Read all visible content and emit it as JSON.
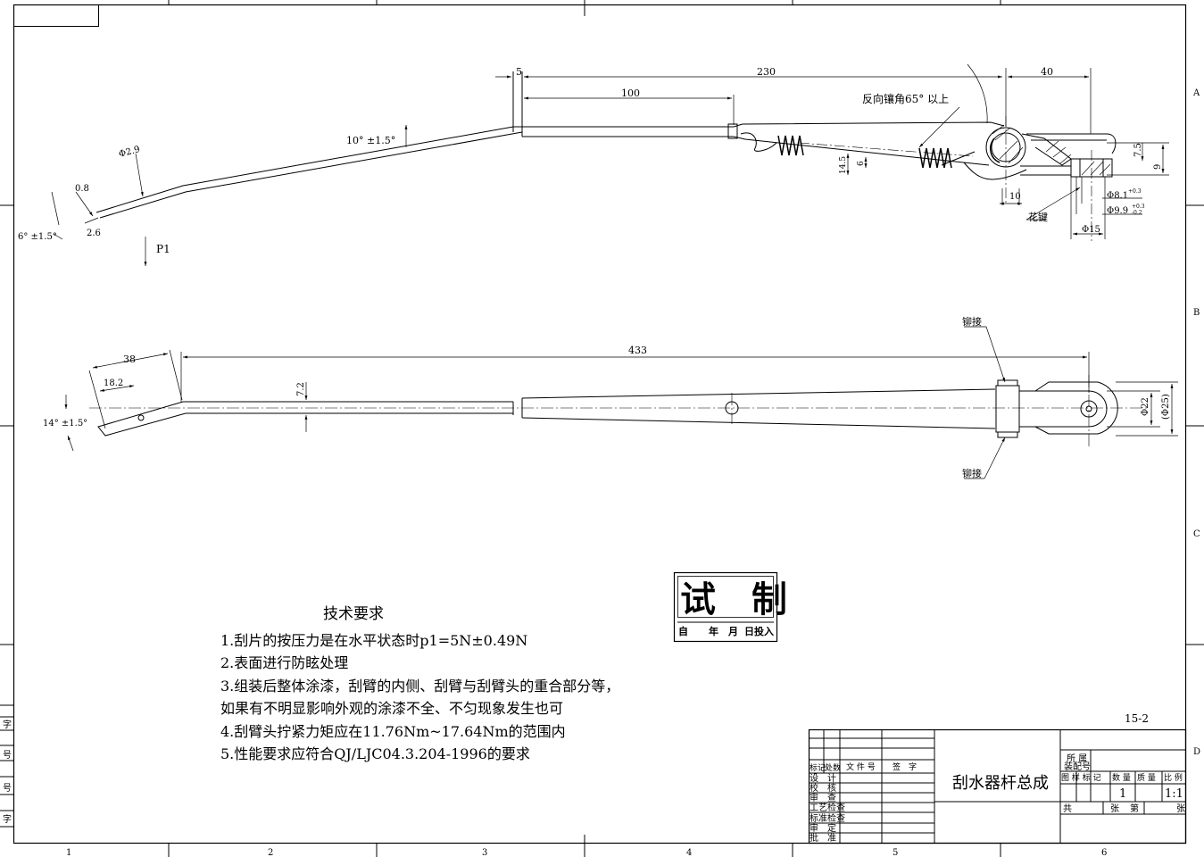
{
  "sheet": {
    "zone_letters": [
      "A",
      "B",
      "C",
      "D"
    ],
    "zone_numbers": [
      "1",
      "2",
      "3",
      "4",
      "5",
      "6"
    ],
    "sheet_code": "15-2",
    "left_strip_labels": [
      "字",
      "号",
      "号",
      "字"
    ]
  },
  "top_view": {
    "dims": {
      "d5": "5",
      "d230": "230",
      "d100": "100",
      "d40": "40",
      "angle_10": "10° ±1.5°",
      "angle_6": "6° ±1.5°",
      "d_phi2_9": "Φ2.9",
      "d0_8": "0.8",
      "d2_6": "2.6",
      "d10": "10",
      "d7_5": "7.5",
      "d9": "9",
      "d14_5": "14.5",
      "d6": "6",
      "d_phi8_1": "Φ8.1",
      "d_phi9_9": "Φ9.9",
      "d_phi15": "Φ15",
      "tol_a": "+0.3",
      "tol_b": "-0.2"
    },
    "note_reverse_angle": "反向镶角65° 以上",
    "label_spline": "花键",
    "load_label": "P1"
  },
  "front_view": {
    "dims": {
      "d38": "38",
      "d18_2": "18.2",
      "d433": "433",
      "d7_2": "7.2",
      "d_phi22": "Φ22",
      "d_phi25": "(Φ25)",
      "angle_14": "14° ±1.5°"
    },
    "label_rivet": "铆接"
  },
  "trial_stamp": {
    "big": "试　制",
    "row_from": "自",
    "row_year": "年",
    "row_month": "月",
    "row_day": "日投入"
  },
  "tech_requirements": {
    "title": "技术要求",
    "lines": [
      "1.刮片的按压力是在水平状态时p1=5N±0.49N",
      "2.表面进行防眩处理",
      "3.组装后整体涂漆，刮臂的内侧、刮臂与刮臂头的重合部分等，",
      "如果有不明显影响外观的涂漆不全、不匀现象发生也可",
      "4.刮臂头拧紧力矩应在11.76Nm~17.64Nm的范围内",
      "5.性能要求应符合QJ/LJC04.3.204-1996的要求"
    ]
  },
  "title_block": {
    "drawing_title": "刮水器杆总成",
    "assembly_label_1": "所 属",
    "assembly_label_2": "装配号",
    "col_mark": "标记",
    "col_count": "处数",
    "col_file": "文 件 号",
    "col_sign": "签　字",
    "row_design": "设　计",
    "row_proof": "校　核",
    "row_review": "审　查",
    "row_process": "工艺检查",
    "row_standard": "标准检查",
    "row_approve_1": "审　定",
    "row_approve_2": "批　准",
    "h_pattern": "图 样 标 记",
    "h_qty": "数 量",
    "h_mass": "质 量",
    "h_scale": "比 例",
    "qty": "1",
    "scale": "1:1",
    "total": "共",
    "sheets": "张",
    "page_no": "第",
    "sheets2": "张"
  }
}
